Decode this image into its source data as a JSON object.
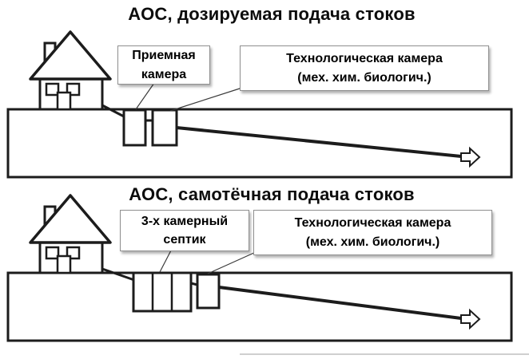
{
  "colors": {
    "line": "#1c1c1c",
    "label_border": "#8f8f8f",
    "background": "#ffffff"
  },
  "icons": {
    "house": "house-outline",
    "outflow_arrow": "right-outline-arrow"
  },
  "top_scheme": {
    "title": "АОС, дозируемая подача стоков",
    "receiving_label": {
      "line1": "Приемная",
      "line2": "камера"
    },
    "tech_label": {
      "line1": "Технологическая камера",
      "line2": "(мех. хим. биологич.)"
    }
  },
  "bottom_scheme": {
    "title": "АОС, самотёчная подача стоков",
    "septic_label": {
      "line1": "3-х камерный",
      "line2": "септик"
    },
    "tech_label": {
      "line1": "Технологическая камера",
      "line2": "(мех. хим. биологич.)"
    }
  }
}
